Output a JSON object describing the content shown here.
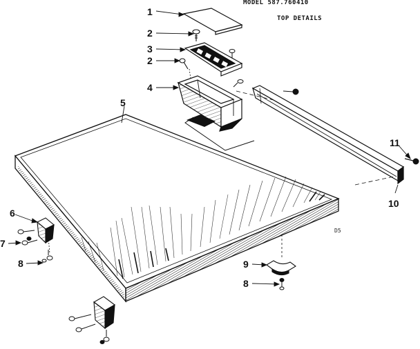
{
  "header": {
    "model": "MODEL 587.760410",
    "section": "TOP DETAILS"
  },
  "callouts": {
    "c1": "1",
    "c2a": "2",
    "c3": "3",
    "c2b": "2",
    "c4": "4",
    "c5": "5",
    "c6": "6",
    "c7": "7",
    "c8a": "8",
    "c9": "9",
    "c8b": "8",
    "c10": "10",
    "c11": "11"
  },
  "figure_code": "D5",
  "colors": {
    "ink": "#111111",
    "paper": "#ffffff"
  }
}
